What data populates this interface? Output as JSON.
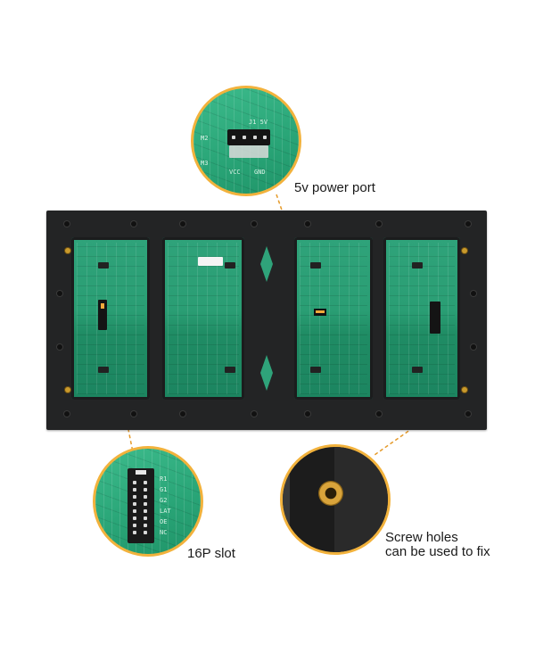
{
  "callouts": {
    "power_port": "5v power port",
    "slot_16p": "16P slot",
    "screw_holes_line1": "Screw holes",
    "screw_holes_line2": "can be used to fix"
  },
  "zoom_top": {
    "silk_connector": "J1 5V",
    "silk_vcc": "VCC",
    "silk_gnd": "GND",
    "silk_m2": "M2",
    "silk_m3": "M3"
  },
  "zoom_slot": {
    "silk_lines": [
      "R1",
      "G1",
      "G2",
      "LAT",
      "OE",
      "NC"
    ]
  },
  "colors": {
    "callout_ring": "#f2b23c",
    "pcb_green": "#2aa678",
    "board_frame": "#232425",
    "dashed_line": "#e59a2a"
  }
}
